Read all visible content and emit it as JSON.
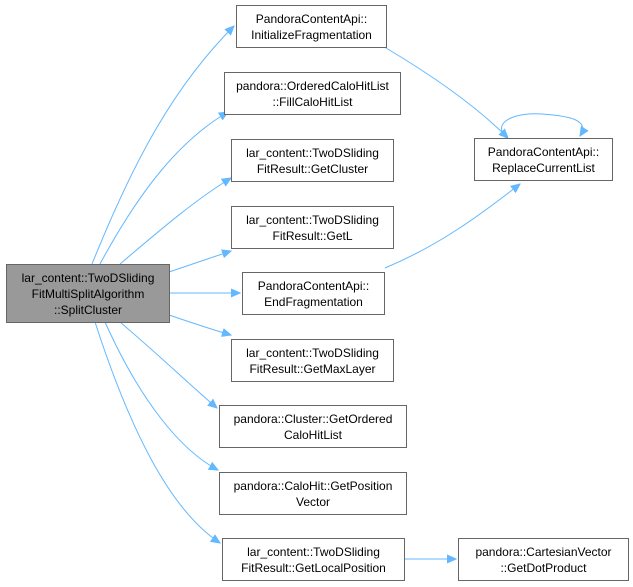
{
  "graph": {
    "edge_color": "#63b8ff",
    "root_fill": "#999999",
    "nodes": {
      "root": [
        "lar_content::TwoDSliding",
        "FitMultiSplitAlgorithm",
        "::SplitCluster"
      ],
      "init_frag": [
        "PandoraContentApi::",
        "InitializeFragmentation"
      ],
      "fill_calo": [
        "pandora::OrderedCaloHitList",
        "::FillCaloHitList"
      ],
      "get_cluster": [
        "lar_content::TwoDSliding",
        "FitResult::GetCluster"
      ],
      "get_l": [
        "lar_content::TwoDSliding",
        "FitResult::GetL"
      ],
      "end_frag": [
        "PandoraContentApi::",
        "EndFragmentation"
      ],
      "get_max_layer": [
        "lar_content::TwoDSliding",
        "FitResult::GetMaxLayer"
      ],
      "get_ordered": [
        "pandora::Cluster::GetOrdered",
        "CaloHitList"
      ],
      "get_position": [
        "pandora::CaloHit::GetPosition",
        "Vector"
      ],
      "get_local_pos": [
        "lar_content::TwoDSliding",
        "FitResult::GetLocalPosition"
      ],
      "replace_list": [
        "PandoraContentApi::",
        "ReplaceCurrentList"
      ],
      "dot_product": [
        "pandora::CartesianVector",
        "::GetDotProduct"
      ]
    }
  }
}
